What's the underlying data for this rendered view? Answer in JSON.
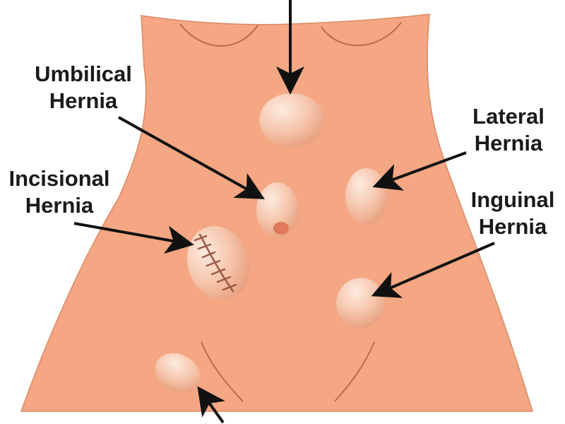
{
  "labels": {
    "umbilical": {
      "line1": "Umbilical",
      "line2": "Hernia"
    },
    "incisional": {
      "line1": "Incisional",
      "line2": "Hernia"
    },
    "lateral": {
      "line1": "Lateral",
      "line2": "Hernia"
    },
    "inguinal": {
      "line1": "Inguinal",
      "line2": "Hernia"
    }
  },
  "colors": {
    "skin": "#f4a782",
    "skin_outline": "#c0694a",
    "bulge_light": "#fbe0cf",
    "bulge_mid": "#f6c3a8",
    "bulge_dark": "#e9a584",
    "navel": "#e0785a",
    "stitch": "#9b5a45",
    "arrow": "#111111",
    "label_text": "#1a1a1a"
  }
}
